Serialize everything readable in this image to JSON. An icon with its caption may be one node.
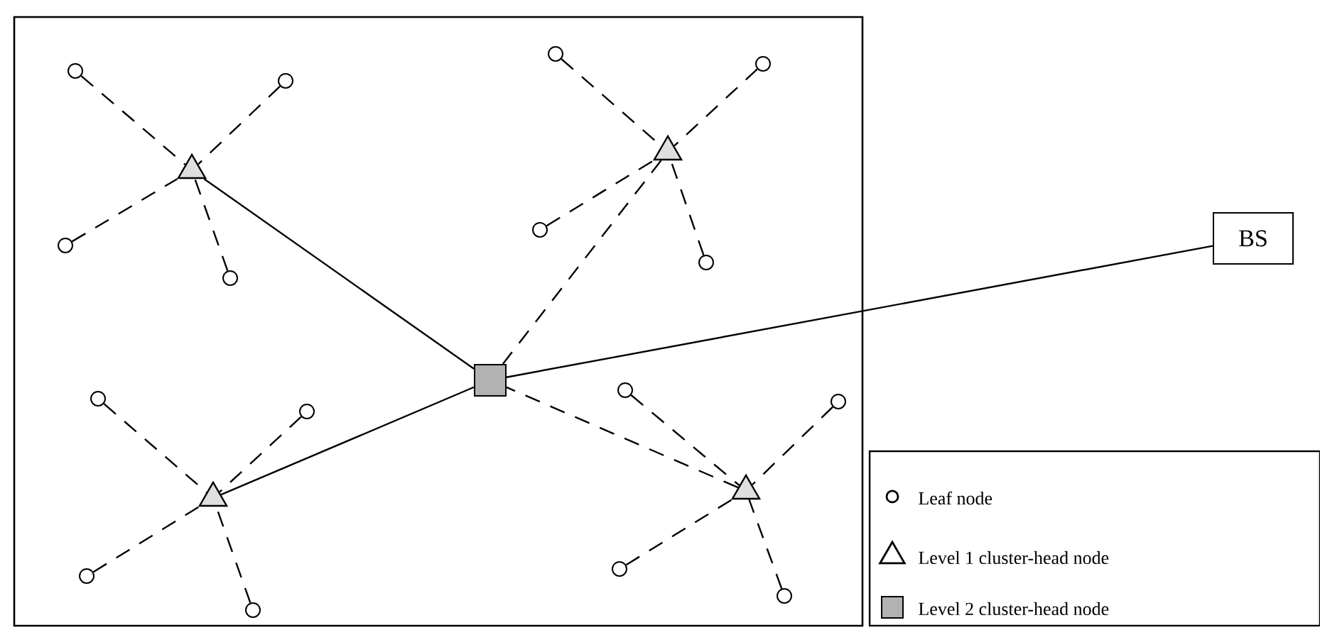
{
  "diagram": {
    "nodes": [
      {
        "text": [],
        "shape": "triangle"
      },
      {
        "text": [],
        "shape": "circle"
      },
      {
        "text": [],
        "shape": "circle"
      },
      {
        "text": [],
        "shape": "circle"
      },
      {
        "text": [],
        "shape": "circle"
      },
      {
        "text": [],
        "shape": "triangle"
      },
      {
        "text": [],
        "shape": "circle"
      },
      {
        "text": [],
        "shape": "circle"
      },
      {
        "text": [],
        "shape": "circle"
      },
      {
        "text": [],
        "shape": "circle"
      },
      {
        "text": [],
        "shape": "box"
      },
      {
        "text": [
          "BS"
        ]
      },
      {
        "text": [],
        "shape": "triangle"
      },
      {
        "text": [],
        "shape": "circle"
      },
      {
        "text": [],
        "shape": "circle"
      },
      {
        "text": [],
        "shape": "circle"
      },
      {
        "text": [],
        "shape": "circle"
      },
      {
        "text": [],
        "shape": "triangle"
      },
      {
        "text": [],
        "shape": "circle"
      },
      {
        "text": [],
        "shape": "circle"
      },
      {
        "text": [],
        "shape": "circle"
      },
      {
        "text": [],
        "shape": "circle"
      }
    ],
    "edges": [
      {
        "from": 1,
        "to": 0,
        "arrow": "none",
        "style": "dashed"
      },
      {
        "from": 2,
        "to": 0,
        "arrow": "none",
        "style": "dashed"
      },
      {
        "from": 3,
        "to": 0,
        "arrow": "none",
        "style": "dashed"
      },
      {
        "from": 4,
        "to": 0,
        "arrow": "none",
        "style": "dashed"
      },
      {
        "from": 6,
        "to": 5,
        "arrow": "none",
        "style": "dashed"
      },
      {
        "from": 7,
        "to": 5,
        "arrow": "none",
        "style": "dashed"
      },
      {
        "from": 8,
        "to": 5,
        "arrow": "none",
        "style": "dashed"
      },
      {
        "from": 9,
        "to": 5,
        "arrow": "none",
        "style": "dashed"
      },
      {
        "from": 0,
        "to": 10,
        "arrow": "none"
      },
      {
        "from": 5,
        "to": 10,
        "arrow": "none",
        "style": "dashed"
      },
      {
        "from": 10,
        "to": 11,
        "arrow": "none"
      },
      {
        "from": 12,
        "to": 10,
        "arrow": "none"
      },
      {
        "from": 17,
        "to": 10,
        "arrow": "none",
        "style": "dashed"
      },
      {
        "from": 13,
        "to": 12,
        "arrow": "none",
        "style": "dashed"
      },
      {
        "from": 14,
        "to": 12,
        "arrow": "none",
        "style": "dashed"
      },
      {
        "from": 15,
        "to": 12,
        "arrow": "none",
        "style": "dashed"
      },
      {
        "from": 16,
        "to": 12,
        "arrow": "none",
        "style": "dashed"
      },
      {
        "from": 18,
        "to": 17,
        "arrow": "none",
        "style": "dashed"
      },
      {
        "from": 19,
        "to": 17,
        "arrow": "none",
        "style": "dashed"
      },
      {
        "from": 20,
        "to": 17,
        "arrow": "none",
        "style": "dashed"
      },
      {
        "from": 21,
        "to": 17,
        "arrow": "none",
        "style": "dashed"
      }
    ],
    "legend": [
      {
        "text": "Leaf node"
      },
      {
        "text": "Level 1 cluster-head node"
      },
      {
        "text": "Level 2 cluster-head node"
      }
    ]
  }
}
